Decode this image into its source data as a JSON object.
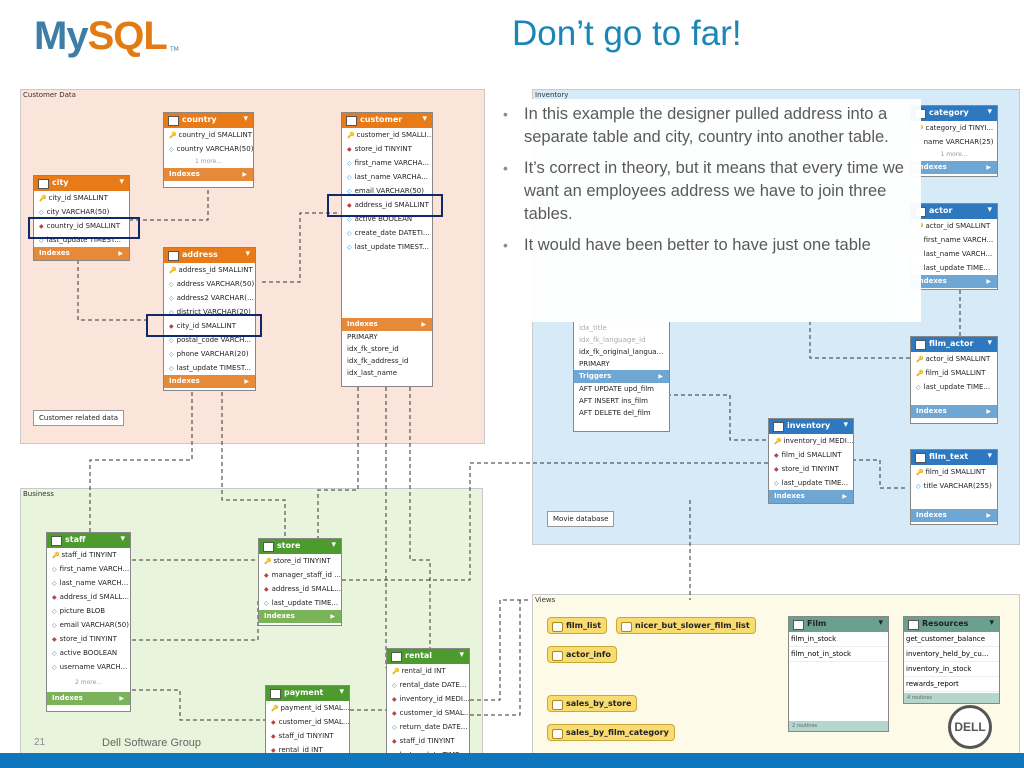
{
  "slide": {
    "title": "Don’t go to far!",
    "page_number": "21",
    "footer_company": "Dell Software Group",
    "logo": {
      "text_my": "My",
      "text_sql": "SQL",
      "tm": "TM"
    },
    "dell_logo_text": "DELL",
    "bullets": [
      "In this example the designer pulled address into a separate table and city, country into another table.",
      "It’s correct in theory, but it means that every time we want an employees address we have to join three tables.",
      "It would have been better to have just one table"
    ]
  },
  "diagram": {
    "areas": {
      "customer": "Customer Data",
      "inventory": "Inventory",
      "business": "Business",
      "views": "Views"
    },
    "notes": {
      "customer": "Customer related data",
      "movie": "Movie database"
    },
    "colors": {
      "customer_tables": "#e87a17",
      "inventory_tables": "#2d78be",
      "business_tables": "#4d9b2f",
      "highlight": "#0f2a6b"
    },
    "tables": {
      "country": {
        "name": "country",
        "rows": [
          "country_id SMALLINT",
          "country VARCHAR(50)"
        ],
        "more": "1 more...",
        "indexes": "Indexes"
      },
      "customer": {
        "name": "customer",
        "rows": [
          "customer_id SMALLI...",
          "store_id TINYINT",
          "first_name VARCHA...",
          "last_name VARCHA...",
          "email VARCHAR(50)",
          "address_id SMALLINT",
          "active BOOLEAN",
          "create_date DATETI...",
          "last_update TIMEST..."
        ],
        "indexes": "Indexes",
        "index_rows": [
          "PRIMARY",
          "idx_fk_store_id",
          "idx_fk_address_id",
          "idx_last_name"
        ]
      },
      "city": {
        "name": "city",
        "rows": [
          "city_id SMALLINT",
          "city VARCHAR(50)",
          "country_id SMALLINT",
          "last_update TIMEST..."
        ],
        "indexes": "Indexes"
      },
      "address": {
        "name": "address",
        "rows": [
          "address_id SMALLINT",
          "address VARCHAR(50)",
          "address2 VARCHAR(...",
          "district VARCHAR(20)",
          "city_id SMALLINT",
          "postal_code VARCH...",
          "phone VARCHAR(20)",
          "last_update TIMEST..."
        ],
        "indexes": "Indexes"
      },
      "category": {
        "name": "category",
        "rows": [
          "category_id TINYI...",
          "name VARCHAR(25)"
        ],
        "more": "1 more...",
        "indexes": "Indexes"
      },
      "actor": {
        "name": "actor",
        "rows": [
          "actor_id SMALLINT",
          "first_name VARCH...",
          "last_name VARCH...",
          "last_update TIME..."
        ],
        "indexes": "Indexes"
      },
      "film_actor": {
        "name": "film_actor",
        "rows": [
          "actor_id SMALLINT",
          "film_id SMALLINT",
          "last_update TIME..."
        ],
        "indexes": "Indexes"
      },
      "film_partial": {
        "rows_faded": [
          "idx_title",
          "idx_fk_language_id"
        ],
        "index_rows": [
          "idx_fk_original_langua...",
          "PRIMARY"
        ],
        "triggers": "Triggers",
        "trigger_rows": [
          "AFT UPDATE upd_film",
          "AFT INSERT ins_film",
          "AFT DELETE del_film"
        ]
      },
      "inventory": {
        "name": "inventory",
        "rows": [
          "inventory_id MEDI...",
          "film_id SMALLINT",
          "store_id TINYINT",
          "last_update TIME..."
        ],
        "indexes": "Indexes"
      },
      "film_text": {
        "name": "film_text",
        "rows": [
          "film_id SMALLINT",
          "title VARCHAR(255)"
        ],
        "indexes": "Indexes"
      },
      "staff": {
        "name": "staff",
        "rows": [
          "staff_id TINYINT",
          "first_name VARCH...",
          "last_name VARCH...",
          "address_id SMALL...",
          "picture BLOB",
          "email VARCHAR(50)",
          "store_id TINYINT",
          "active BOOLEAN",
          "username VARCH..."
        ],
        "more": "2 more...",
        "indexes": "Indexes"
      },
      "store": {
        "name": "store",
        "rows": [
          "store_id TINYINT",
          "manager_staff_id ...",
          "address_id SMALL...",
          "last_update TIME..."
        ],
        "indexes": "Indexes"
      },
      "payment": {
        "name": "payment",
        "rows": [
          "payment_id SMAL...",
          "customer_id SMAL...",
          "staff_id TINYINT",
          "rental_id INT"
        ]
      },
      "rental": {
        "name": "rental",
        "rows": [
          "rental_id INT",
          "rental_date DATE...",
          "inventory_id MEDI...",
          "customer_id SMAL...",
          "return_date DATE...",
          "staff_id TINYINT",
          "last_update TIME..."
        ]
      }
    },
    "views": [
      "film_list",
      "nicer_but_slower_film_list",
      "actor_info",
      "sales_by_store",
      "sales_by_film_category"
    ],
    "routine_groups": [
      {
        "name": "Film",
        "items": [
          "film_in_stock",
          "film_not_in_stock"
        ],
        "footer": "2 routines"
      },
      {
        "name": "Resources",
        "items": [
          "get_customer_balance",
          "inventory_held_by_cu...",
          "inventory_in_stock",
          "rewards_report"
        ],
        "footer": "4 routines"
      }
    ]
  }
}
